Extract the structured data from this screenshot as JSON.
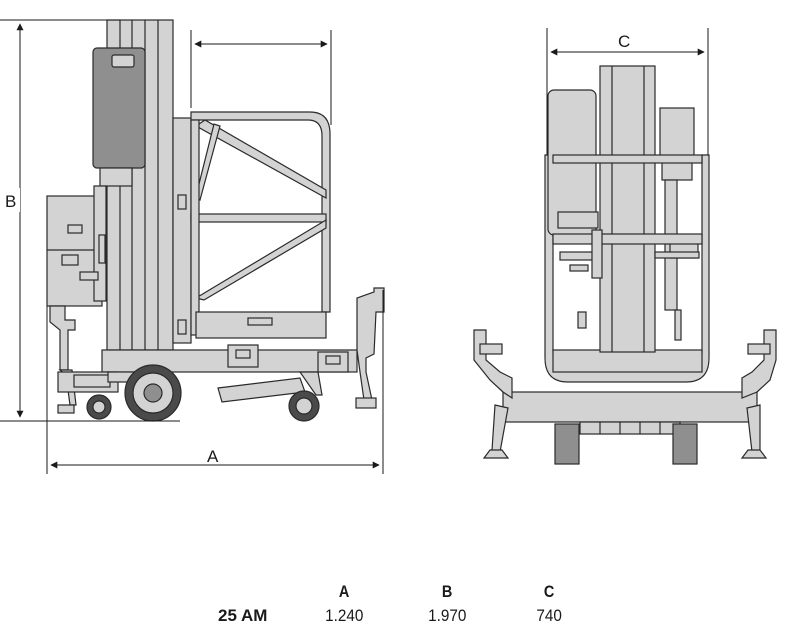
{
  "dimensions": {
    "a_label": "A",
    "b_label": "B",
    "c_label": "C"
  },
  "spec_table": {
    "headers": [
      "A",
      "B",
      "C"
    ],
    "rows": [
      {
        "model": "25 AM",
        "values": [
          "1.240",
          "1.970",
          "740"
        ]
      }
    ]
  },
  "colors": {
    "body": "#d3d3d3",
    "dark": "#8f8f8f",
    "outline": "#2a2a2a"
  }
}
